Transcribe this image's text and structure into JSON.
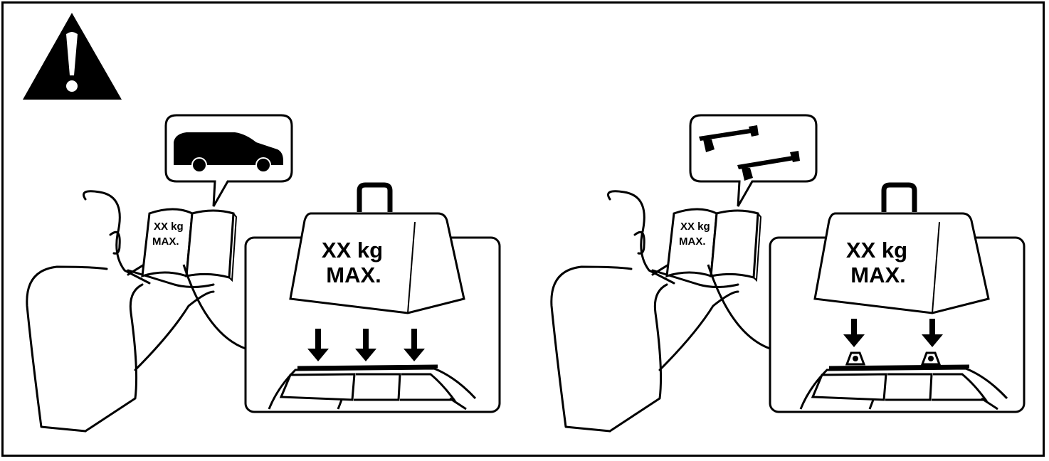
{
  "warning": {
    "icon": "warning-triangle-icon",
    "glyph": "!"
  },
  "panels": [
    {
      "id": "vehicle",
      "speech_icon": "car-icon",
      "book_line1": "XX kg",
      "book_line2": "MAX.",
      "weight_line1": "XX kg",
      "weight_line2": "MAX.",
      "roof_arrows": 3
    },
    {
      "id": "roof-rack",
      "speech_icon": "roof-rack-icon",
      "book_line1": "XX kg",
      "book_line2": "MAX.",
      "weight_line1": "XX kg",
      "weight_line2": "MAX.",
      "roof_arrows": 2
    }
  ],
  "colors": {
    "ink": "#000000",
    "paper": "#ffffff"
  }
}
